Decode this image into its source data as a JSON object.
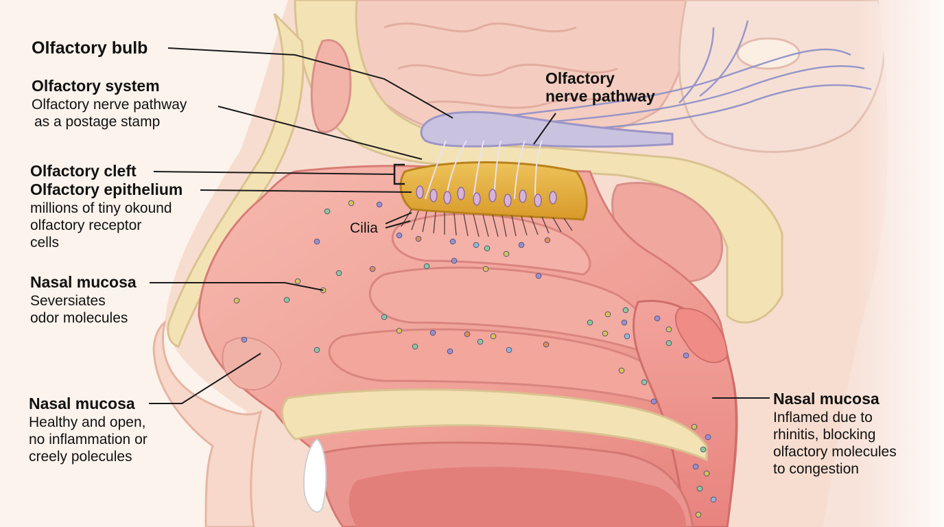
{
  "labels": {
    "olfactory_bulb": {
      "title": "Olfactory bulb"
    },
    "olfactory_system": {
      "title": "Olfactory system",
      "line1": "Olfactory nerve pathway",
      "line2": "as a postage stamp"
    },
    "nerve_pathway": {
      "title_line1": "Olfactory",
      "title_line2": "nerve pathway"
    },
    "olfactory_cleft": {
      "title": "Olfactory cleft"
    },
    "olfactory_epithelium": {
      "title": "Olfactory epithelium",
      "line1": "millions of tiny okound",
      "line2": "olfactory receptor",
      "line3": "cells"
    },
    "cilia": {
      "title": "Cilia"
    },
    "nasal_mucosa_upper": {
      "title": "Nasal mucosa",
      "line1": "Seversiates",
      "line2": "odor molecules"
    },
    "nasal_mucosa_healthy": {
      "title": "Nasal mucosa",
      "line1": "Healthy and open,",
      "line2": "no inflammation or",
      "line3": "creely polecules"
    },
    "nasal_mucosa_inflamed": {
      "title": "Nasal mucosa",
      "line1": "Inflamed due to",
      "line2": "rhinitis, blocking",
      "line3": "olfactory molecules",
      "line4": "to congestion"
    }
  },
  "colors": {
    "mucosa": "#ef9e96",
    "mucosa_dark": "#e07f78",
    "bone": "#f3e2b4",
    "bone_speckle": "#d7bc84",
    "brain": "#f6d6cb",
    "skin": "#f7ddd0",
    "epithelium": "#e0ad36",
    "bulb": "#c9c3e0",
    "nerve": "#8d8fc6",
    "leader_line": "#1a1a1a",
    "molecule_colors": [
      "#9a8fd0",
      "#d9c257",
      "#8cc79a",
      "#e08b5a",
      "#8fb7d8"
    ]
  }
}
